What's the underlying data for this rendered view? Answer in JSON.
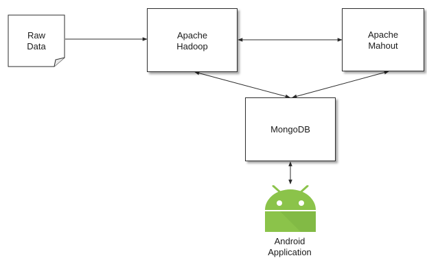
{
  "diagram": {
    "nodes": {
      "raw_data": {
        "line1": "Raw",
        "line2": "Data"
      },
      "hadoop": {
        "line1": "Apache",
        "line2": "Hadoop"
      },
      "mahout": {
        "line1": "Apache",
        "line2": "Mahout"
      },
      "mongodb": {
        "line1": "MongoDB"
      },
      "android": {
        "line1": "Android",
        "line2": "Application",
        "icon": "android-robot-icon",
        "icon_color": "#8bc34a"
      }
    },
    "edges": [
      {
        "from": "raw_data",
        "to": "hadoop",
        "direction": "forward"
      },
      {
        "from": "hadoop",
        "to": "mahout",
        "direction": "both"
      },
      {
        "from": "hadoop",
        "to": "mongodb",
        "direction": "both"
      },
      {
        "from": "mahout",
        "to": "mongodb",
        "direction": "both"
      },
      {
        "from": "mongodb",
        "to": "android",
        "direction": "both"
      }
    ]
  }
}
